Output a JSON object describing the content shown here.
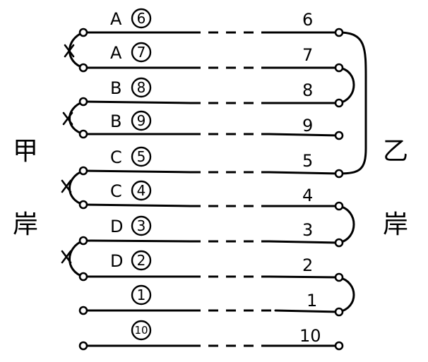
{
  "banks": {
    "left": [
      "甲",
      "岸"
    ],
    "right": [
      "乙",
      "岸"
    ]
  },
  "lines": [
    {
      "left_tag": "A",
      "left_num": "6",
      "right_num": "6"
    },
    {
      "left_tag": "A",
      "left_num": "7",
      "right_num": "7"
    },
    {
      "left_tag": "B",
      "left_num": "8",
      "right_num": "8"
    },
    {
      "left_tag": "B",
      "left_num": "9",
      "right_num": "9"
    },
    {
      "left_tag": "C",
      "left_num": "5",
      "right_num": "5"
    },
    {
      "left_tag": "C",
      "left_num": "4",
      "right_num": "4"
    },
    {
      "left_tag": "D",
      "left_num": "3",
      "right_num": "3"
    },
    {
      "left_tag": "D",
      "left_num": "2",
      "right_num": "2"
    },
    {
      "left_tag": "",
      "left_num": "1",
      "right_num": "1"
    },
    {
      "left_tag": "",
      "left_num": "10",
      "right_num": "10"
    }
  ]
}
